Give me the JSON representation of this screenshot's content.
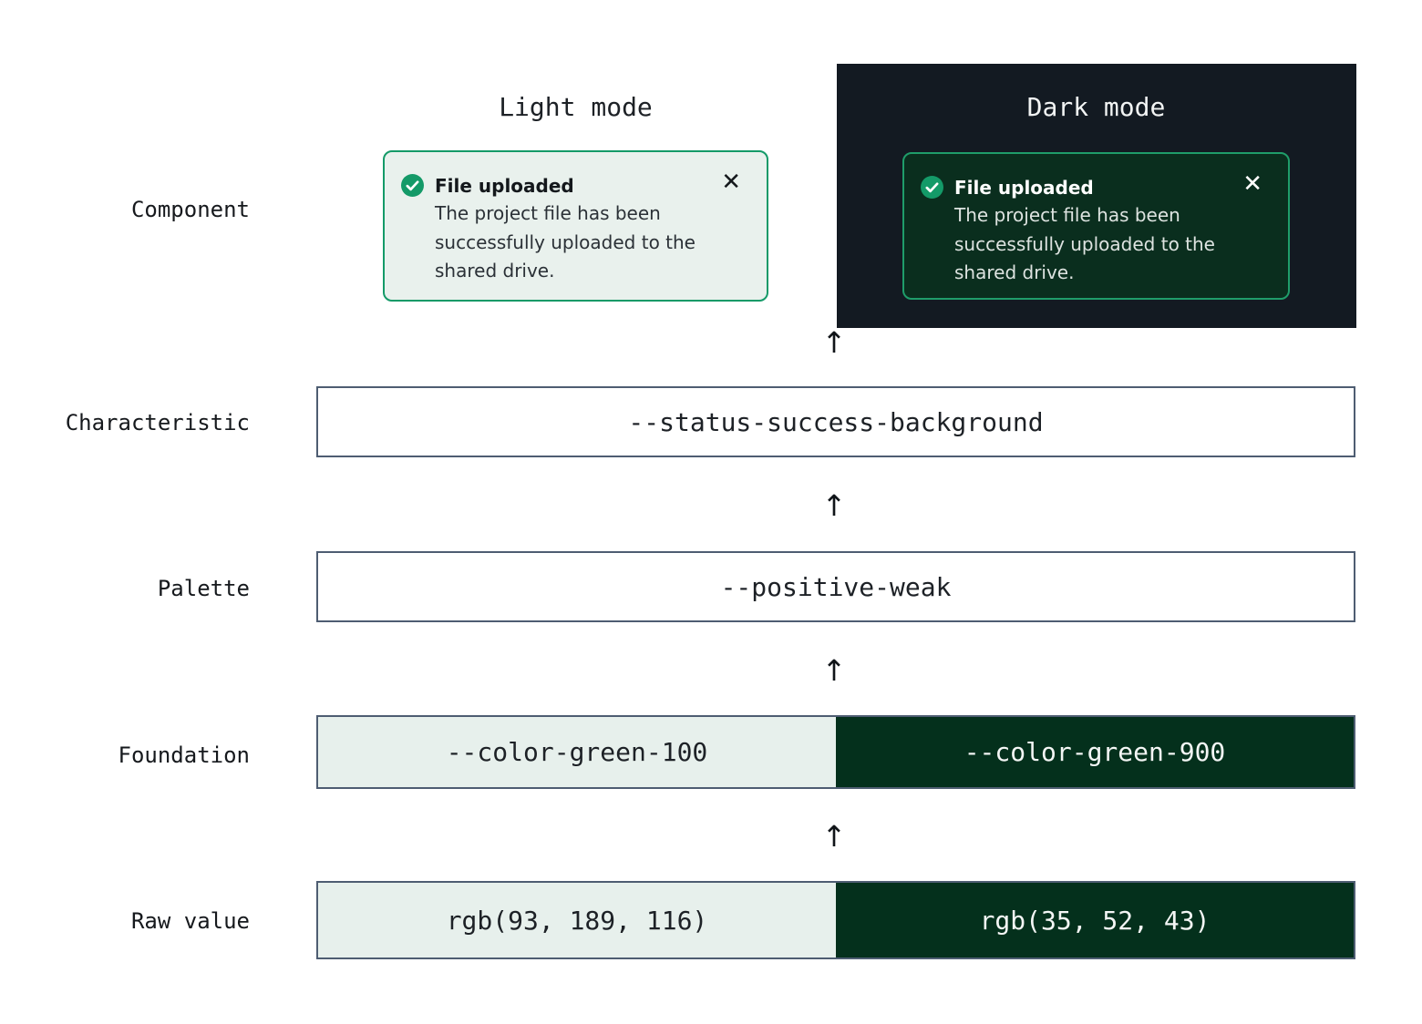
{
  "headings": {
    "light": "Light mode",
    "dark": "Dark mode"
  },
  "row_labels": {
    "component": "Component",
    "characteristic": "Characteristic",
    "palette": "Palette",
    "foundation": "Foundation",
    "raw_value": "Raw value"
  },
  "toast": {
    "title": "File uploaded",
    "body": "The project file has been successfully uploaded to the shared drive.",
    "close_glyph": "✕",
    "check_icon": "check-circle"
  },
  "tokens": {
    "characteristic": "--status-success-background",
    "palette": "--positive-weak",
    "foundation": {
      "light": "--color-green-100",
      "dark": "--color-green-900"
    },
    "raw": {
      "light": "rgb(93, 189, 116)",
      "dark": "rgb(35, 52, 43)"
    }
  },
  "arrow": {
    "glyph": "↑"
  },
  "colors": {
    "accent-green": "#149a68",
    "dark-toast-border": "#1f9d6a",
    "dark-panel": "#131a22",
    "toast-light-bg": "#e9f1ed",
    "toast-dark-bg": "#0a2e1e",
    "cell-light-bg": "#e7f0ec",
    "cell-dark-bg": "#04301c",
    "box-border": "#4e5d72",
    "text-dark": "#1d2126",
    "text-light": "#f4f6f5"
  }
}
